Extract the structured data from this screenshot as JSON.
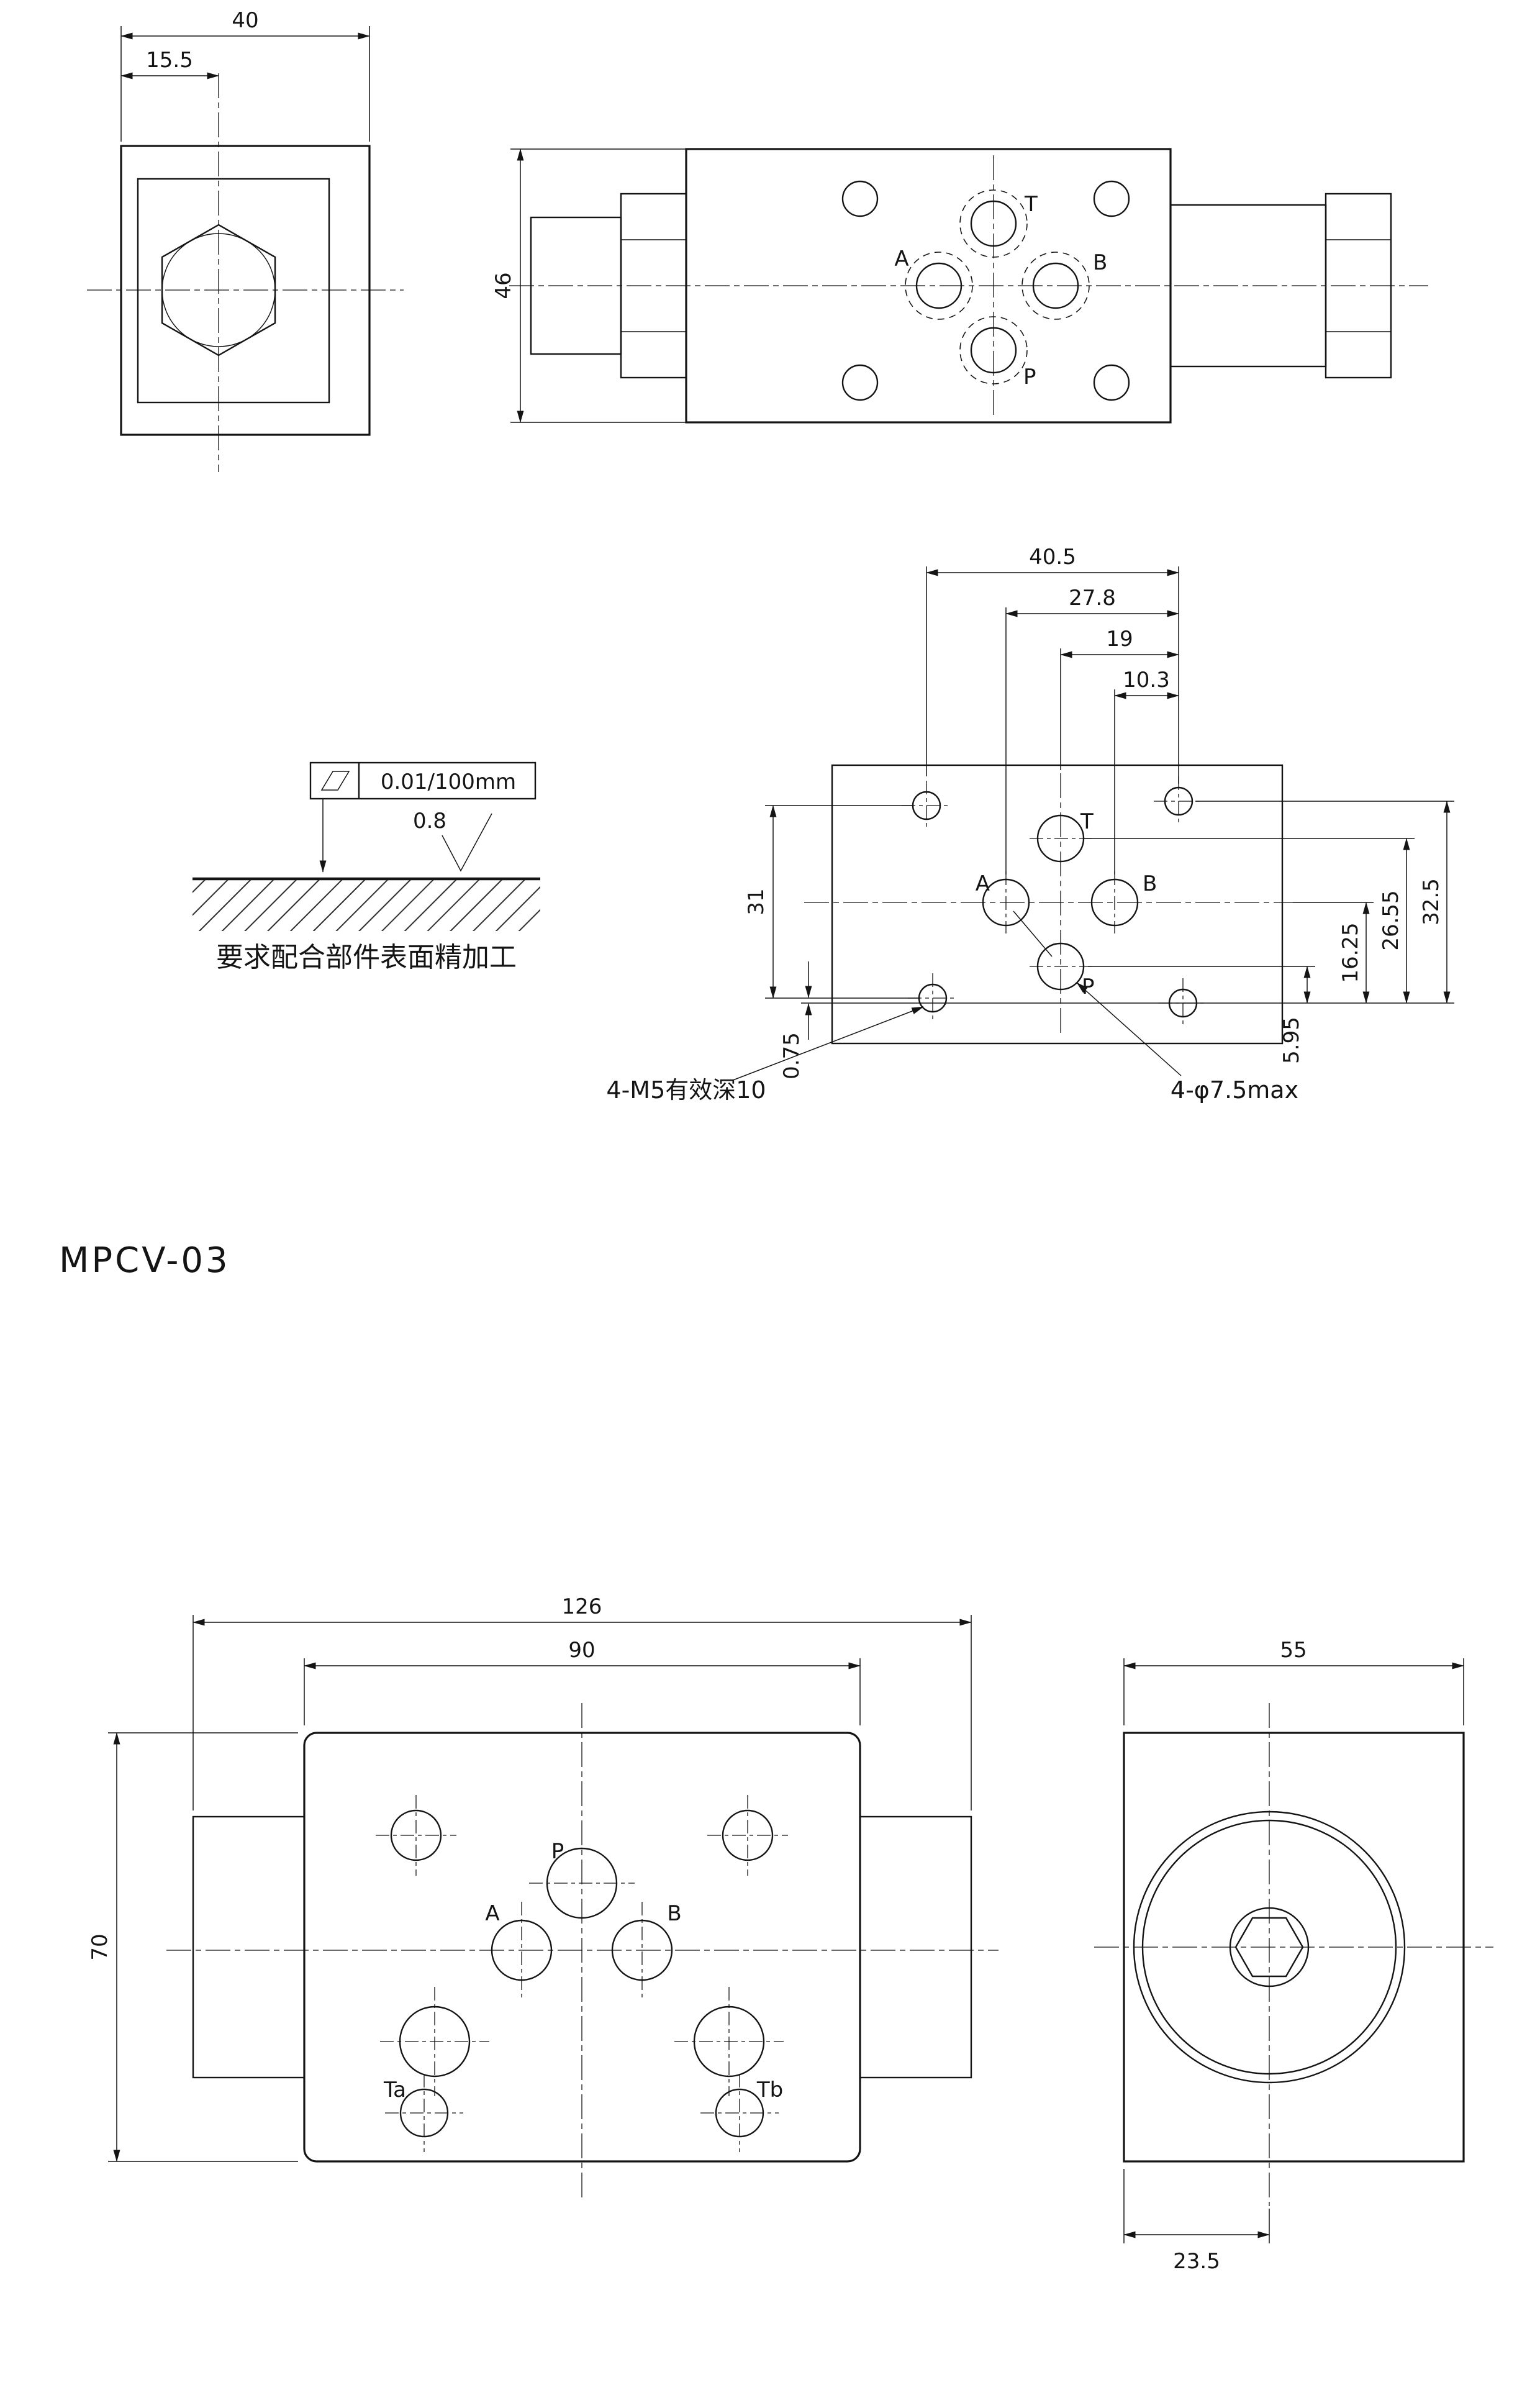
{
  "title": "MPCV-03",
  "plug_view": {
    "dim_width": "40",
    "dim_hex": "15.5"
  },
  "top_view": {
    "dim_height": "46",
    "port_t": "T",
    "port_a": "A",
    "port_b": "B",
    "port_p": "P"
  },
  "finish": {
    "flatness": "0.01/100mm",
    "roughness": "0.8",
    "caption": "要求配合部件表面精加工"
  },
  "face": {
    "dim_w1": "40.5",
    "dim_w2": "27.8",
    "dim_w3": "19",
    "dim_w4": "10.3",
    "dim_left1": "31",
    "dim_left2": "0.75",
    "dim_r1": "5.95",
    "dim_r2": "16.25",
    "dim_r3": "26.55",
    "dim_r4": "32.5",
    "port_t": "T",
    "port_a": "A",
    "port_b": "B",
    "port_p": "P",
    "note_m5": "4-M5有效深10",
    "note_dia": "4-φ7.5max"
  },
  "front_view": {
    "dim_total": "126",
    "dim_body": "90",
    "dim_height": "70",
    "port_p": "P",
    "port_a": "A",
    "port_b": "B",
    "port_ta": "Ta",
    "port_tb": "Tb"
  },
  "side_view": {
    "dim_width": "55",
    "dim_center": "23.5"
  }
}
